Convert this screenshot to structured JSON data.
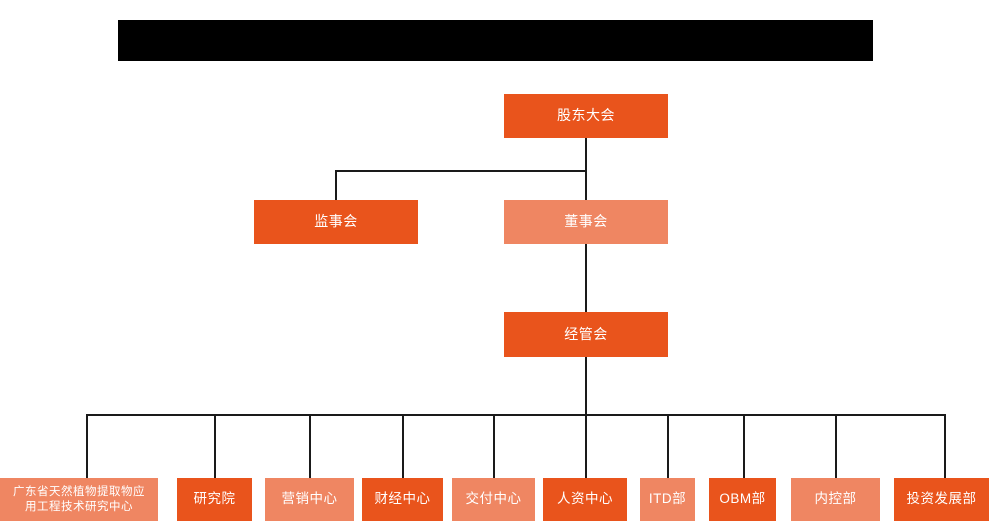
{
  "diagram": {
    "title_bar": {
      "name": "redacted-title-bar",
      "color": "#000000",
      "text": ""
    },
    "colors": {
      "primary": "#e9541c",
      "secondary": "#ef8662",
      "connector": "#1a1a1a",
      "background": "#ffffff",
      "text": "#ffffff"
    },
    "levels": [
      {
        "level": 1,
        "nodes": [
          {
            "id": "shareholders-meeting",
            "label": "股东大会",
            "fill": "primary"
          }
        ]
      },
      {
        "level": 2,
        "nodes": [
          {
            "id": "board-of-supervisors",
            "label": "监事会",
            "fill": "primary"
          },
          {
            "id": "board-of-directors",
            "label": "董事会",
            "fill": "secondary"
          }
        ]
      },
      {
        "level": 3,
        "nodes": [
          {
            "id": "management-committee",
            "label": "经管会",
            "fill": "primary"
          }
        ]
      },
      {
        "level": 4,
        "nodes": [
          {
            "id": "guangdong-research-center",
            "label": "广东省天然植物提取物应\n用工程技术研究中心",
            "fill": "secondary"
          },
          {
            "id": "research-institute",
            "label": "研究院",
            "fill": "primary"
          },
          {
            "id": "marketing-center",
            "label": "营销中心",
            "fill": "secondary"
          },
          {
            "id": "finance-center",
            "label": "财经中心",
            "fill": "primary"
          },
          {
            "id": "delivery-center",
            "label": "交付中心",
            "fill": "secondary"
          },
          {
            "id": "hr-center",
            "label": "人资中心",
            "fill": "primary"
          },
          {
            "id": "itd-department",
            "label": "ITD部",
            "fill": "secondary"
          },
          {
            "id": "obm-department",
            "label": "OBM部",
            "fill": "primary"
          },
          {
            "id": "internal-control-department",
            "label": "内控部",
            "fill": "secondary"
          },
          {
            "id": "investment-development-department",
            "label": "投资发展部",
            "fill": "primary"
          }
        ]
      }
    ]
  }
}
